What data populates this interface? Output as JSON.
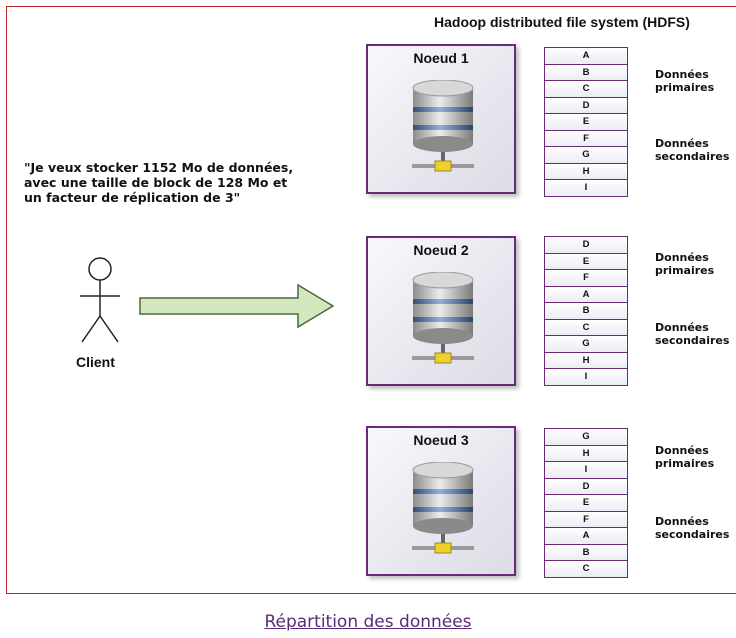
{
  "diagram": {
    "title": "Hadoop distributed file system (HDFS)",
    "client_quote": "\"Je veux stocker 1152 Mo de données, avec une taille de block de 128 Mo et un facteur de réplication de 3\"",
    "client_label": "Client",
    "primary_label": "Données primaires",
    "secondary_label": "Données secondaires",
    "nodes": [
      {
        "label": "Noeud 1",
        "blocks": [
          "A",
          "B",
          "C",
          "D",
          "E",
          "F",
          "G",
          "H",
          "I"
        ]
      },
      {
        "label": "Noeud 2",
        "blocks": [
          "D",
          "E",
          "F",
          "A",
          "B",
          "C",
          "G",
          "H",
          "I"
        ]
      },
      {
        "label": "Noeud 3",
        "blocks": [
          "G",
          "H",
          "I",
          "D",
          "E",
          "F",
          "A",
          "B",
          "C"
        ]
      }
    ]
  },
  "caption": "Répartition des données",
  "colors": {
    "frame": "#c02626",
    "node_border": "#6b2a77",
    "arrow_fill": "#d4e8c0",
    "arrow_stroke": "#4a6a3a",
    "caption": "#5a2a7a"
  }
}
